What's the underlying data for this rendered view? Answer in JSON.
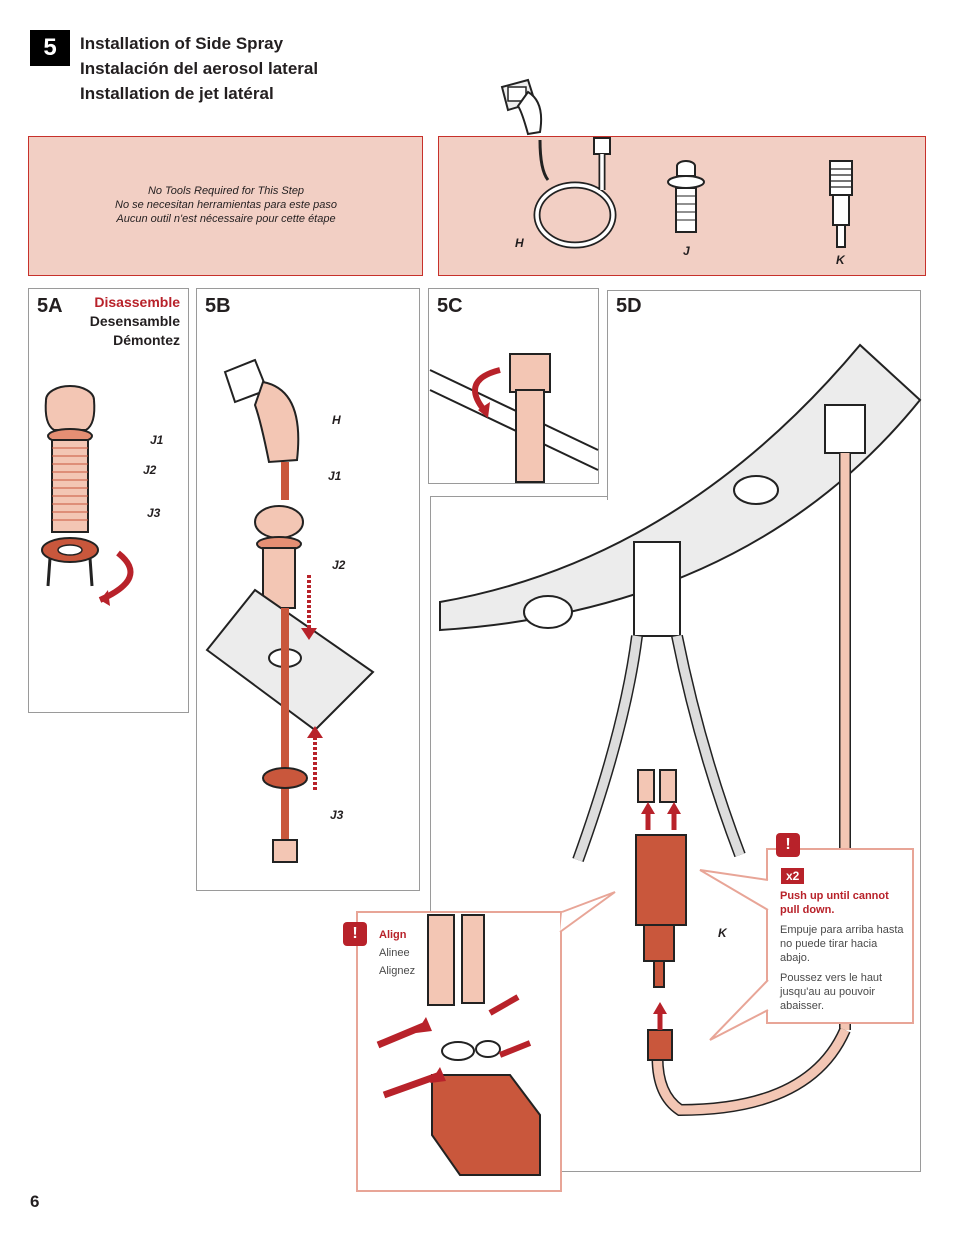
{
  "step": {
    "number": "5",
    "titles": [
      "Installation of Side Spray",
      "Instalación del aerosol lateral",
      "Installation de jet latéral"
    ]
  },
  "tools_note": [
    "No Tools Required for This Step",
    "No se necesitan herramientas para este paso",
    "Aucun outil n'est nécessaire pour cette étape"
  ],
  "parts": {
    "h": "H",
    "j": "J",
    "k": "K"
  },
  "step5a": {
    "label": "5A",
    "heading": [
      "Disassemble",
      "Desensamble",
      "Démontez"
    ],
    "callouts": {
      "j1": "J1",
      "j2": "J2",
      "j3": "J3"
    }
  },
  "step5b": {
    "label": "5B",
    "callouts": {
      "h": "H",
      "j1": "J1",
      "j2": "J2",
      "j3": "J3"
    }
  },
  "step5c": {
    "label": "5C"
  },
  "step5d": {
    "label": "5D",
    "callouts": {
      "k": "K"
    },
    "align_note": {
      "warning": "!",
      "lines": [
        "Align",
        "Alinee",
        "Alignez"
      ]
    },
    "push_note": {
      "warning": "!",
      "count": "x2",
      "en": "Push up until cannot pull down.",
      "es": "Empuje para arriba hasta no puede tirar hacia abajo.",
      "fr": "Poussez vers le haut jusqu'au au pouvoir abaisser."
    }
  },
  "page_number": "6",
  "colors": {
    "accent_red": "#b8222a",
    "panel_salmon": "#f2cfc4",
    "part_copper": "#f3c6b4",
    "part_dark": "#c9573c"
  }
}
